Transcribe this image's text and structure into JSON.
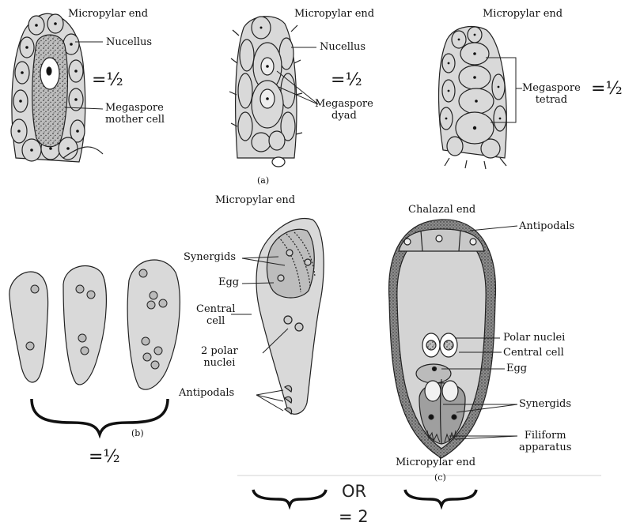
{
  "panel_a": {
    "stage1": {
      "micropylar": "Micropylar end",
      "nucellus": "Nucellus",
      "mmc": "Megaspore\nmother cell",
      "score": "=½"
    },
    "stage2": {
      "micropylar": "Micropylar end",
      "nucellus": "Nucellus",
      "dyad": "Megaspore\ndyad",
      "score": "=½"
    },
    "stage3": {
      "micropylar": "Micropylar end",
      "tetrad": "Megaspore\ntetrad",
      "score": "=½"
    },
    "caption": "(a)"
  },
  "panel_b": {
    "caption": "(b)",
    "score": "=½"
  },
  "middle_sac": {
    "micropylar": "Micropylar end",
    "synergids": "Synergids",
    "egg": "Egg",
    "central_cell": "Central\ncell",
    "polar_nuclei": "2 polar\nnuclei",
    "antipodals": "Antipodals"
  },
  "panel_c": {
    "chalazal": "Chalazal end",
    "antipodals": "Antipodals",
    "polar_nuclei": "Polar nuclei",
    "central_cell": "Central cell",
    "egg": "Egg",
    "synergids": "Synergids",
    "filiform": "Filiform\napparatus",
    "micropylar": "Micropylar end",
    "caption": "(c)"
  },
  "bottom": {
    "or": "OR",
    "score": "= 2"
  },
  "colors": {
    "cell": "#d9d9d9",
    "stroke": "#222222",
    "dark": "#9a9a9a"
  }
}
